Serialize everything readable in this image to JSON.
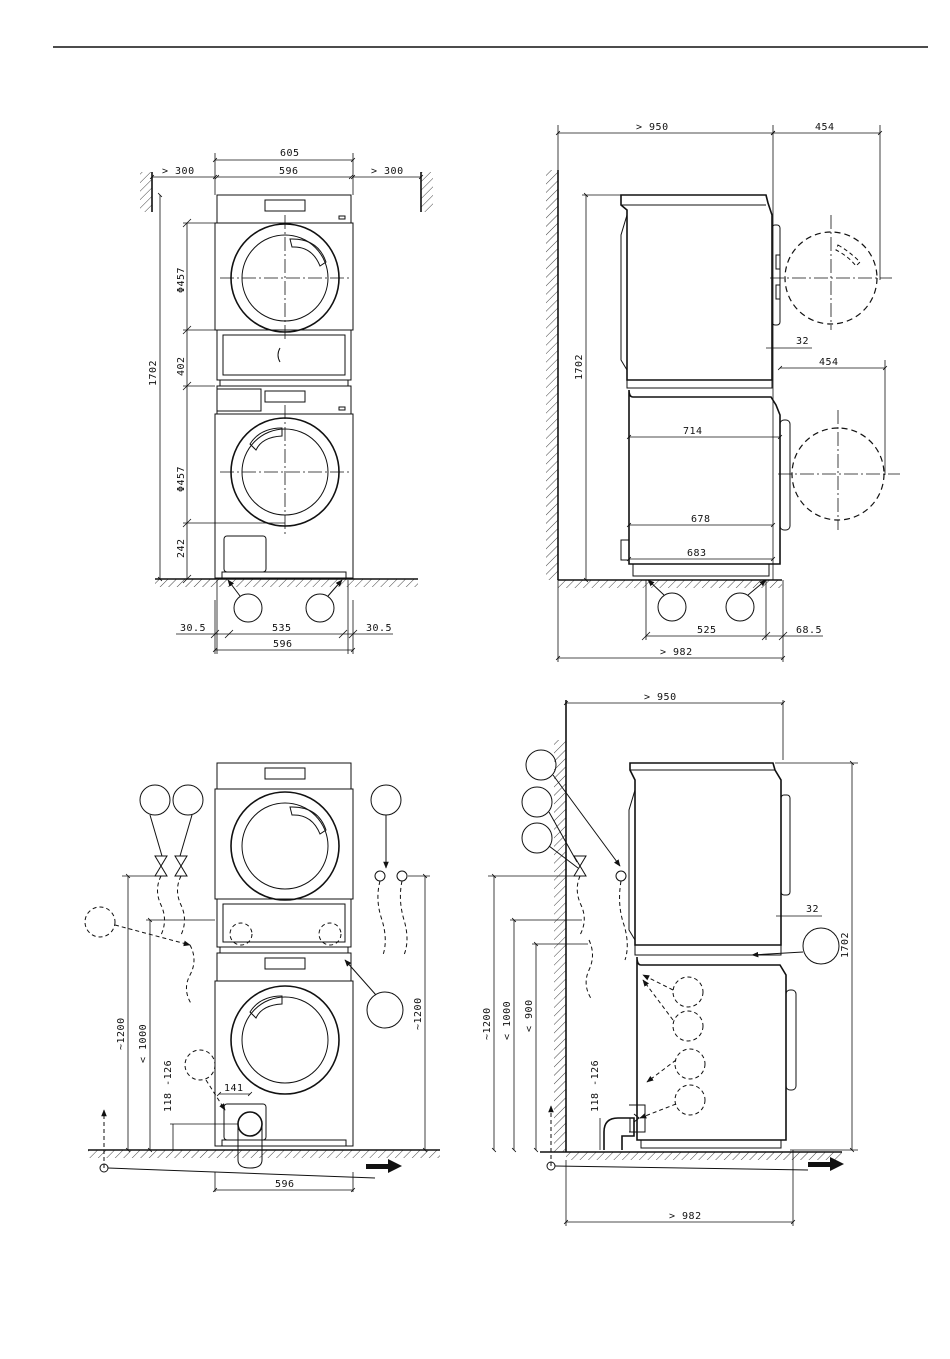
{
  "front_view": {
    "clearance_left": "> 300",
    "clearance_right": "> 300",
    "overall_width": "605",
    "body_width": "596",
    "height_total": "1702",
    "door_diameter_top": "Φ457",
    "drawer_height": "402",
    "door_diameter_bottom": "Φ457",
    "base_height": "242",
    "foot_offset_left": "30.5",
    "foot_spacing": "535",
    "foot_offset_right": "30.5",
    "base_width": "596"
  },
  "side_view": {
    "depth_clearance": "> 950",
    "door_swing_top": "454",
    "door_protrusion_top": "32",
    "door_swing_bottom": "454",
    "height_total": "1702",
    "depth_714": "714",
    "depth_678": "678",
    "depth_683": "683",
    "foot_spacing": "525",
    "foot_offset": "68.5",
    "depth_total": "> 982"
  },
  "front_install": {
    "height_1200_left": "~1200",
    "height_1000": "< 1000",
    "height_118": "118 -126",
    "drain_offset": "141",
    "base_width": "596",
    "height_1200_right": "~1200"
  },
  "side_install": {
    "depth_clearance": "> 950",
    "height_1200": "~1200",
    "height_1000": "< 1000",
    "height_900": "< 900",
    "height_118": "118 -126",
    "door_protrusion": "32",
    "height_total": "1702",
    "depth_total": "> 982"
  },
  "icons": {
    "flow_arrow_front": "flow-arrow-icon",
    "flow_arrow_side": "flow-arrow-icon",
    "tap_valve": "valve-icon"
  }
}
